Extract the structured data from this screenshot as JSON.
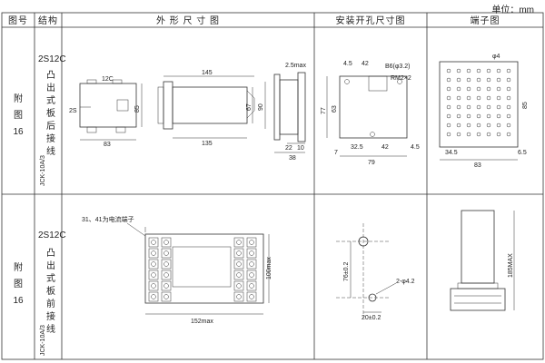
{
  "unit_label": "单位：mm",
  "headers": {
    "fig_no": "图号",
    "structure": "结构",
    "outline": "外 形 尺 寸 图",
    "mounting": "安装开孔尺寸图",
    "terminal": "端子图"
  },
  "rows": [
    {
      "fig": [
        "附",
        "图",
        "16"
      ],
      "code": "2S12C",
      "structure_chars": [
        "凸",
        "出",
        "式",
        "板",
        "后",
        "接",
        "线"
      ],
      "model": "JCK-10A/3",
      "dims": {
        "top_12c": "12C",
        "left_2s": "2S",
        "h85": "85",
        "w83": "83",
        "w145": "145",
        "h67": "67",
        "h90": "90",
        "w135": "135",
        "t25": "2.5max",
        "w22": "22",
        "w10": "10",
        "w38": "38",
        "m45a": "4.5",
        "m42a": "42",
        "b6": "B6(φ3.2)",
        "rm2": "RM2×2",
        "h77": "77",
        "h63": "63",
        "m7": "7",
        "m325": "32.5",
        "m42b": "42",
        "m45b": "4.5",
        "w79": "79",
        "tphi4": "φ4",
        "t85": "85",
        "t345": "34.5",
        "t83": "83",
        "t65": "6.5"
      }
    },
    {
      "fig": [
        "附",
        "图",
        "16"
      ],
      "code": "2S12C",
      "structure_chars": [
        "凸",
        "出",
        "式",
        "板",
        "前",
        "接",
        "线"
      ],
      "model": "JCK-10A/3",
      "dims": {
        "note": "31、41为电流端子",
        "h100": "100max",
        "w152": "152max",
        "h76": "76±0.2",
        "holes": "2-φ4.2",
        "w20": "20±0.2",
        "h185": "185MAX"
      }
    }
  ]
}
